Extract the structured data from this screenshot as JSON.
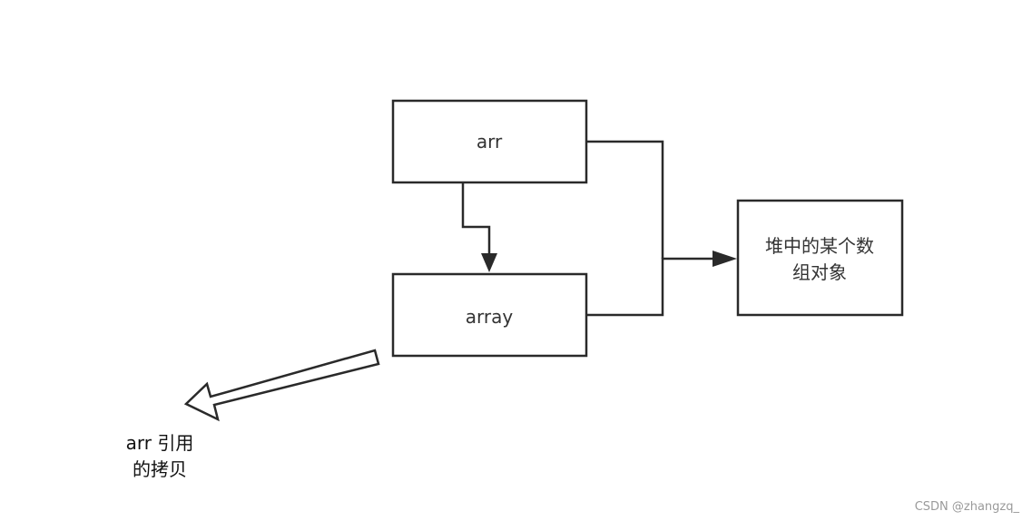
{
  "diagram": {
    "nodes": {
      "arr": {
        "label": "arr"
      },
      "array": {
        "label": "array"
      },
      "heap": {
        "label_line1": "堆中的某个数",
        "label_line2": "组对象"
      }
    },
    "annotation": {
      "line1": "arr 引用",
      "line2": "的拷贝"
    }
  },
  "watermark": {
    "text": "CSDN @zhangzq_"
  }
}
